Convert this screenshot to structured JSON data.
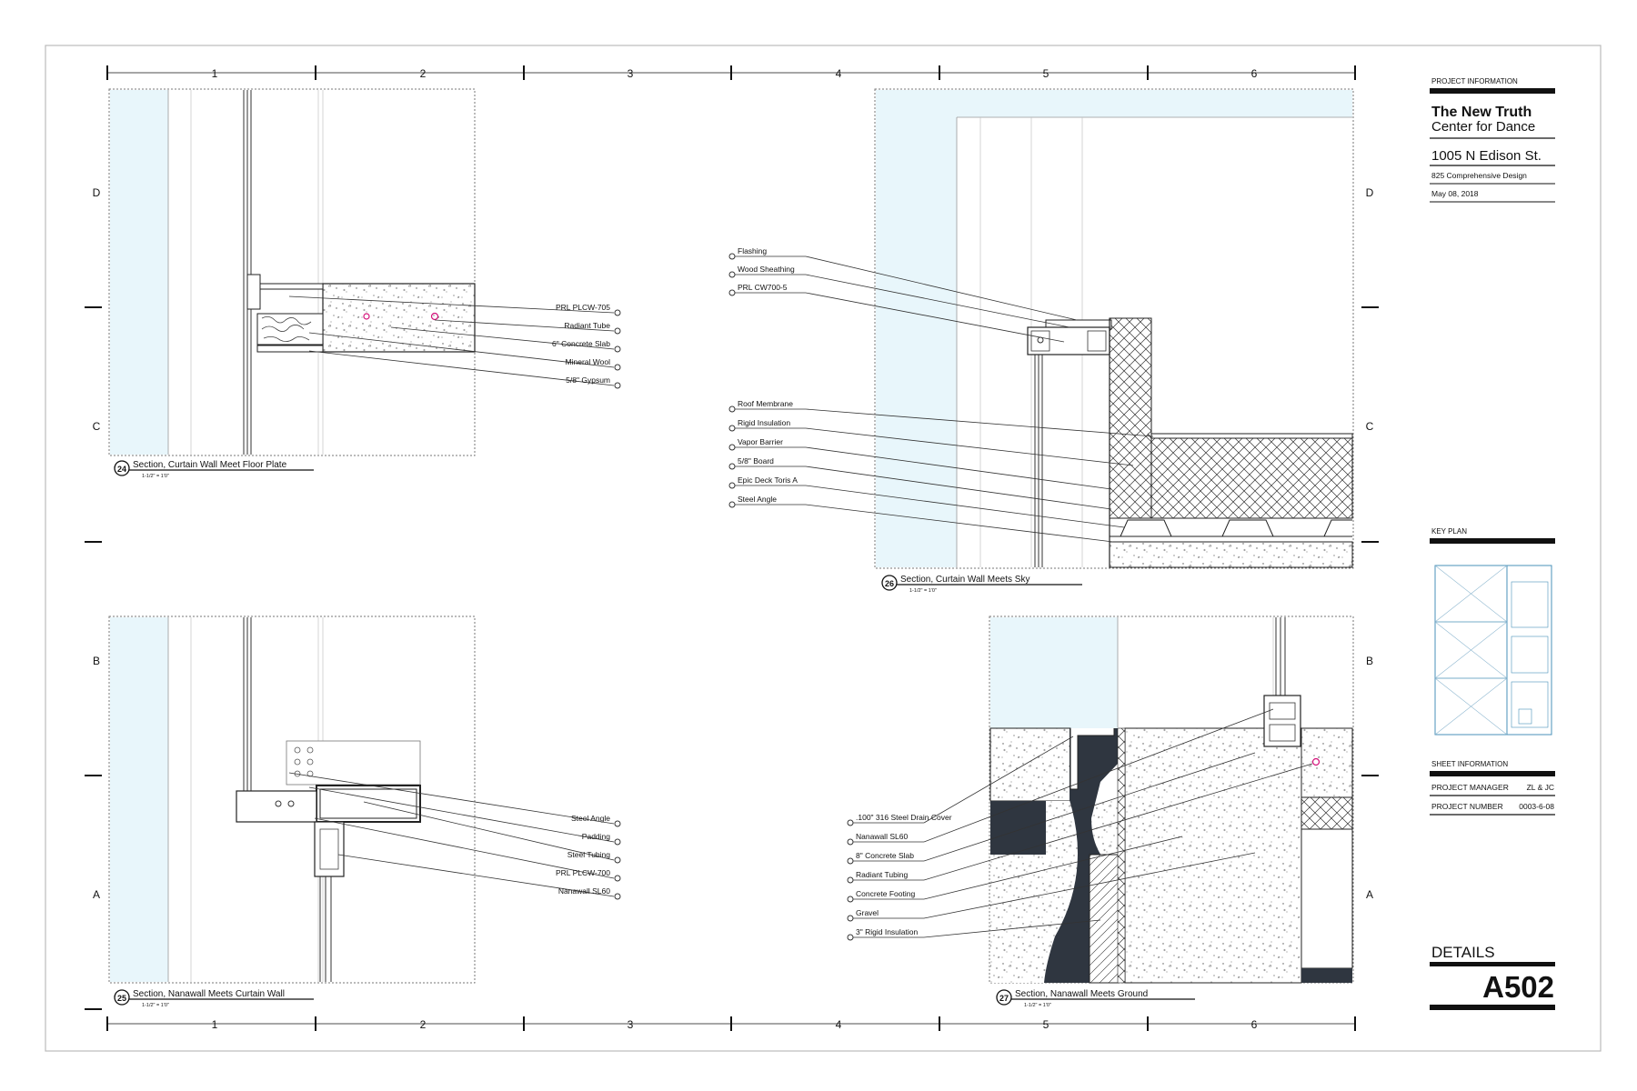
{
  "grid": {
    "columns": [
      "1",
      "2",
      "3",
      "4",
      "5",
      "6"
    ],
    "rows": [
      "D",
      "C",
      "B",
      "A"
    ]
  },
  "details": {
    "d24": {
      "number": "24",
      "title": "Section, Curtain Wall Meet Floor Plate",
      "scale": "1-1/2\" = 1'0\"",
      "callouts": [
        "PRL PLCW-705",
        "Radiant Tube",
        "6\" Concrete Slab",
        "Mineral Wool",
        "5/8\" Gypsum"
      ]
    },
    "d25": {
      "number": "25",
      "title": "Section, Nanawall Meets Curtain Wall",
      "scale": "1-1/2\" = 1'0\"",
      "callouts": [
        "Steel Angle",
        "Padding",
        "Steel Tubing",
        "PRL PLCW-700",
        "Nanawall SL60"
      ]
    },
    "d26": {
      "number": "26",
      "title": "Section, Curtain Wall Meets Sky",
      "scale": "1-1/2\" = 1'0\"",
      "callouts_top": [
        "Flashing",
        "Wood Sheathing",
        "PRL CW700-5"
      ],
      "callouts_bottom": [
        "Roof Membrane",
        "Rigid Insulation",
        "Vapor Barrier",
        "5/8\" Board",
        "Epic Deck Toris A",
        "Steel Angle"
      ]
    },
    "d27": {
      "number": "27",
      "title": "Section, Nanawall Meets Ground",
      "scale": "1-1/2\" = 1'0\"",
      "callouts": [
        ".100\" 316  Steel Drain Cover",
        "Nanawall SL60",
        "8\" Concrete Slab",
        "Radiant Tubing",
        "Concrete Footing",
        "Gravel",
        "3\" Rigid Insulation"
      ]
    }
  },
  "title_block": {
    "project_info_label": "PROJECT INFORMATION",
    "project_name_line1": "The New Truth",
    "project_name_line2": "Center for Dance",
    "address": "1005 N Edison St.",
    "course": "825 Comprehensive Design",
    "date": "May 08, 2018",
    "key_plan_label": "KEY PLAN",
    "sheet_info_label": "SHEET INFORMATION",
    "project_manager_label": "PROJECT MANAGER",
    "project_manager_value": "ZL & JC",
    "project_number_label": "PROJECT NUMBER",
    "project_number_value": "0003-6-08",
    "details_label": "DETAILS",
    "sheet_number": "A502"
  },
  "colors": {
    "glass": "#e8f6fb",
    "line": "#222222",
    "dark_fill": "#2f3640",
    "accent_pink": "#d4127a"
  }
}
